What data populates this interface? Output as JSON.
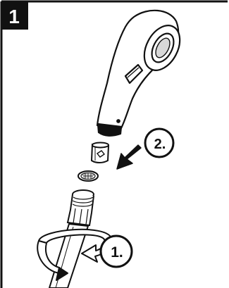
{
  "figure": {
    "step_number": "1",
    "callouts": [
      {
        "label": "2.",
        "meaning": "remove-flow-regulator"
      },
      {
        "label": "1.",
        "meaning": "unscrew-hose"
      }
    ]
  },
  "colors": {
    "ink": "#111111",
    "paper": "#ffffff",
    "badge": "#111111"
  }
}
